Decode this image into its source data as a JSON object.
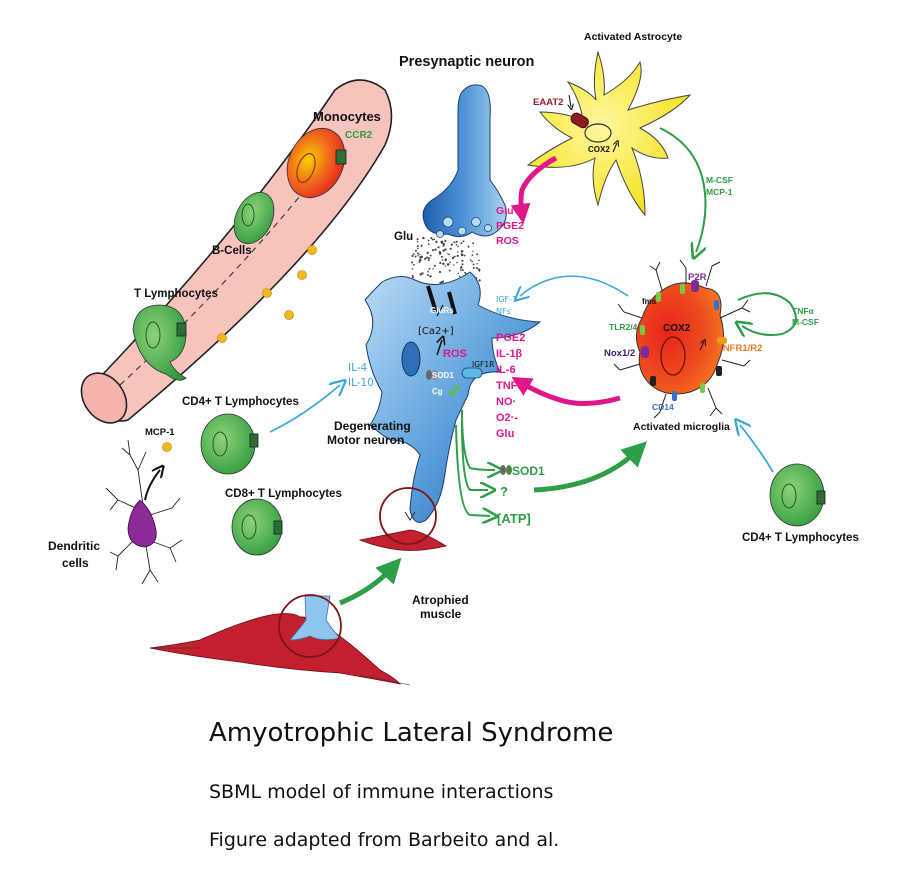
{
  "labels": {
    "presynaptic": "Presynaptic neuron",
    "activated_astrocyte": "Activated Astrocyte",
    "eaat2": "EAAT2",
    "cox2_astro": "COX2",
    "m_csf": "M-CSF",
    "mcp_1_right": "MCP-1",
    "monocytes": "Monocytes",
    "ccr2": "CCR2",
    "b_cells": "B-Cells",
    "t_lymphocytes": "T Lymphocytes",
    "glu": "Glu",
    "astro_glu": "Glu",
    "astro_pge2": "PGE2",
    "astro_ros": "ROS",
    "glurs": "GluRs",
    "ca2": "[Ca2+]",
    "ros": "ROS",
    "sod1_inner": "SOD1",
    "cg": "Cg",
    "igf1r": "IGF1R",
    "igf1": "IGF-1",
    "nfs": "NFs",
    "fms": "fms",
    "p2r": "P2R",
    "tlr": "TLR2/4",
    "cox2_micro": "COX2",
    "nox": "Nox1/2",
    "tnfr": "TNFR1/R2",
    "cd14": "CD14",
    "activated_microglia": "Activated microglia",
    "tnfa_right": "TNFα",
    "mcsf_right": "M-CSF",
    "mediators": [
      "PGE2",
      "IL-1β",
      "IL-6",
      "TNFα",
      "NO·",
      "O2·-",
      "Glu"
    ],
    "il4": "IL-4",
    "il10": "IL-10",
    "cd4_left": "CD4+ T Lymphocytes",
    "cd8": "CD8+ T Lymphocytes",
    "mcp1_left": "MCP-1",
    "dendritic": [
      "Dendritic",
      "cells"
    ],
    "degenerating": [
      "Degenerating",
      "Motor neuron"
    ],
    "sod1_out": "SOD1",
    "question": "?",
    "atp": "[ATP]",
    "atrophied": [
      "Atrophied",
      "muscle"
    ],
    "cd4_right": "CD4+ T Lymphocytes"
  },
  "caption": {
    "title": "Amyotrophic Lateral Syndrome",
    "subtitle": "SBML model of immune interactions",
    "credit": "Figure adapted from Barbeito and al."
  },
  "colors": {
    "pink": "#e0168a",
    "green": "#2e9e48",
    "cyan": "#3aa6d8",
    "neuron": "#3f84c8",
    "astrocyte": "#f5e600",
    "microglia": "#ee4b1e",
    "vessel": "#f7c3bd",
    "muscle": "#c41f2e",
    "lymph": "#3fae47",
    "dendritic": "#8d2a9a"
  }
}
